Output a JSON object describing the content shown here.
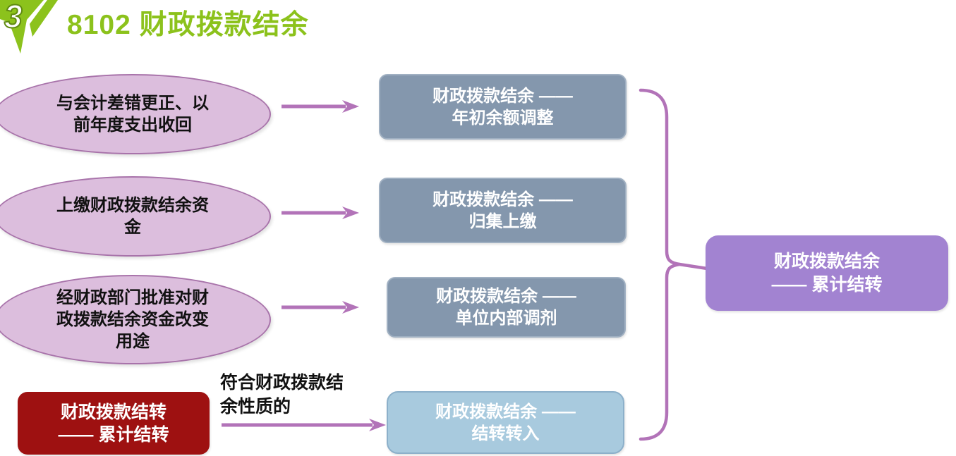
{
  "header": {
    "badge_number": "3",
    "title": "8102 财政拨款结余"
  },
  "colors": {
    "title_green": "#8cc21c",
    "ellipse_fill": "#dcbedd",
    "ellipse_border": "#a873aa",
    "gray_box": "#8497ad",
    "red_box": "#9e1111",
    "blue_box_fill": "#a8cade",
    "blue_box_border": "#8cb0ca",
    "purple_box": "#a283d1",
    "arrow_and_brace": "#b273b8",
    "box_text": "#ffffff",
    "body_text": "#111111"
  },
  "icons": {
    "flow_arrow": "right-arrow-icon",
    "grouping": "curly-brace-icon",
    "section_badge": "green-wedge-badge"
  },
  "flow": {
    "sources": [
      {
        "label": "与会计差错更正、以前年度支出收回"
      },
      {
        "label": "上缴财政拨款结余资金"
      },
      {
        "label": "经财政部门批准对财政拨款结余资金改变用途"
      }
    ],
    "accounts": [
      {
        "line1": "财政拨款结余 ——",
        "line2": "年初余额调整"
      },
      {
        "line1": "财政拨款结余 ——",
        "line2": "归集上缴"
      },
      {
        "line1": "财政拨款结余 ——",
        "line2": "单位内部调剂"
      },
      {
        "line1": "财政拨款结余 ——",
        "line2": "结转转入"
      }
    ],
    "carryover_source": {
      "line1": "财政拨款结转",
      "line2": "—— 累计结转"
    },
    "condition_label": "符合财政拨款结余性质的",
    "result": {
      "line1": "财政拨款结余",
      "line2": "—— 累计结转"
    }
  }
}
